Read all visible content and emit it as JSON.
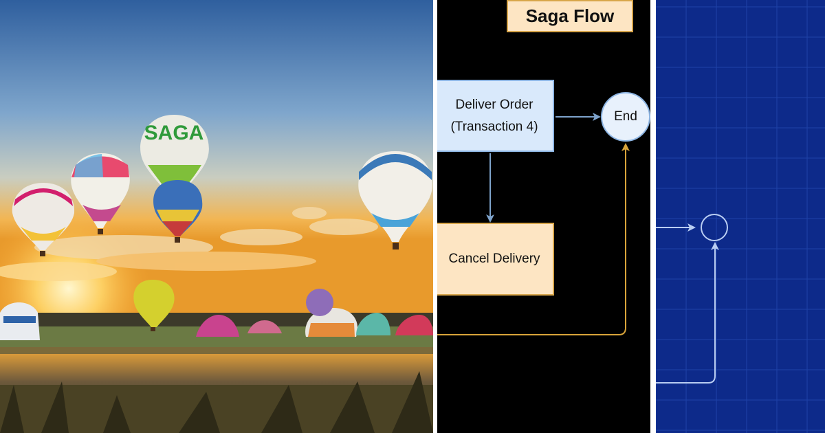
{
  "flow": {
    "title": "Saga Flow",
    "deliver_line1": "Deliver Order",
    "deliver_line2": "(Transaction 4)",
    "cancel": "Cancel Delivery",
    "end": "End"
  },
  "photo": {
    "balloon_text": "SAGA"
  },
  "colors": {
    "flow_background": "#000000",
    "blueprint_background": "#0d2a8a",
    "process_fill": "#d9e9fb",
    "process_border": "#8eb6e4",
    "compensation_fill": "#fde5c3",
    "compensation_border": "#d8a64a",
    "arrow_blue": "#7ea3cc",
    "arrow_orange": "#d9a43a"
  }
}
